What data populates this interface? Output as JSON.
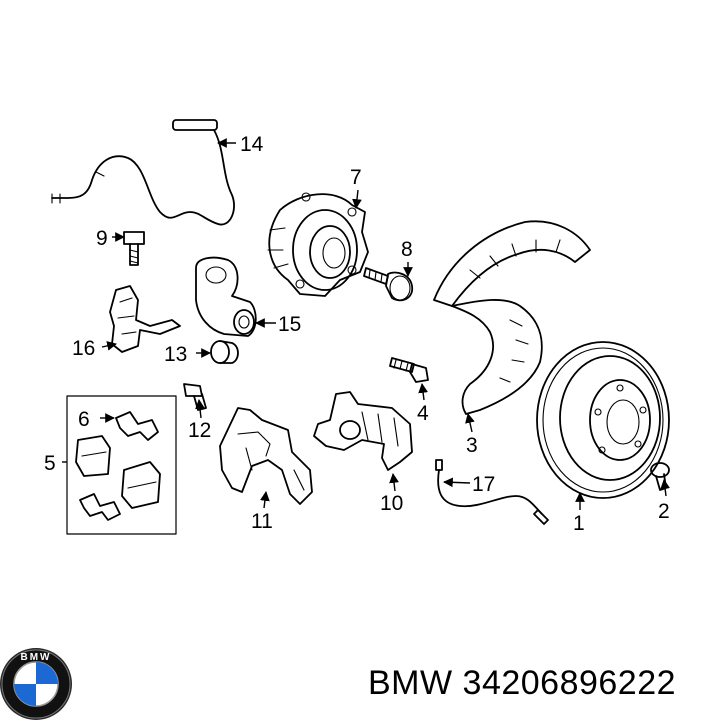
{
  "brand_logo": {
    "name": "BMW roundel",
    "text": "BMW",
    "colors": {
      "blue": "#1c69d4",
      "ring": "#111111",
      "white": "#ffffff"
    }
  },
  "part_number": "BMW 34206896222",
  "callouts": [
    "1",
    "2",
    "3",
    "4",
    "5",
    "6",
    "7",
    "8",
    "9",
    "10",
    "11",
    "12",
    "13",
    "14",
    "15",
    "16",
    "17"
  ]
}
